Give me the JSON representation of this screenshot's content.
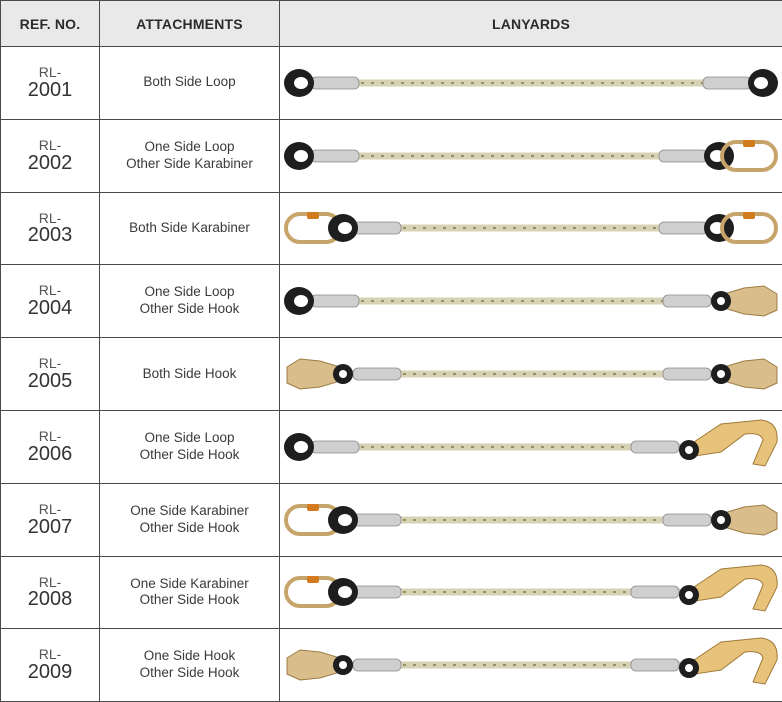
{
  "headers": {
    "ref": "REF. NO.",
    "attachments": "ATTACHMENTS",
    "lanyards": "LANYARDS"
  },
  "rows": [
    {
      "ref_prefix": "RL-",
      "ref_num": "2001",
      "att1": "Both Side Loop",
      "att2": "",
      "left": "loop",
      "right": "loop"
    },
    {
      "ref_prefix": "RL-",
      "ref_num": "2002",
      "att1": "One Side Loop",
      "att2": "Other Side Karabiner",
      "left": "loop",
      "right": "karabiner"
    },
    {
      "ref_prefix": "RL-",
      "ref_num": "2003",
      "att1": "Both Side Karabiner",
      "att2": "",
      "left": "karabiner",
      "right": "karabiner"
    },
    {
      "ref_prefix": "RL-",
      "ref_num": "2004",
      "att1": "One Side Loop",
      "att2": "Other Side Hook",
      "left": "loop",
      "right": "hook"
    },
    {
      "ref_prefix": "RL-",
      "ref_num": "2005",
      "att1": "Both Side Hook",
      "att2": "",
      "left": "hook",
      "right": "hook"
    },
    {
      "ref_prefix": "RL-",
      "ref_num": "2006",
      "att1": "One Side Loop",
      "att2": "Other Side Hook",
      "left": "loop",
      "right": "large-hook"
    },
    {
      "ref_prefix": "RL-",
      "ref_num": "2007",
      "att1": "One Side Karabiner",
      "att2": "Other Side Hook",
      "left": "karabiner",
      "right": "hook"
    },
    {
      "ref_prefix": "RL-",
      "ref_num": "2008",
      "att1": "One Side Karabiner",
      "att2": "Other Side Hook",
      "left": "karabiner",
      "right": "large-hook"
    },
    {
      "ref_prefix": "RL-",
      "ref_num": "2009",
      "att1": "One Side Hook",
      "att2": "Other Side Hook",
      "left": "hook",
      "right": "large-hook"
    }
  ],
  "colors": {
    "border": "#4a4a4a",
    "header_bg": "#e9e9e9",
    "rope": "#d8d2b4",
    "thimble": "#1e1e1e",
    "karabiner": "#c7a469",
    "karabiner_lock": "#d17a1e",
    "hook": "#d9bd8a"
  }
}
